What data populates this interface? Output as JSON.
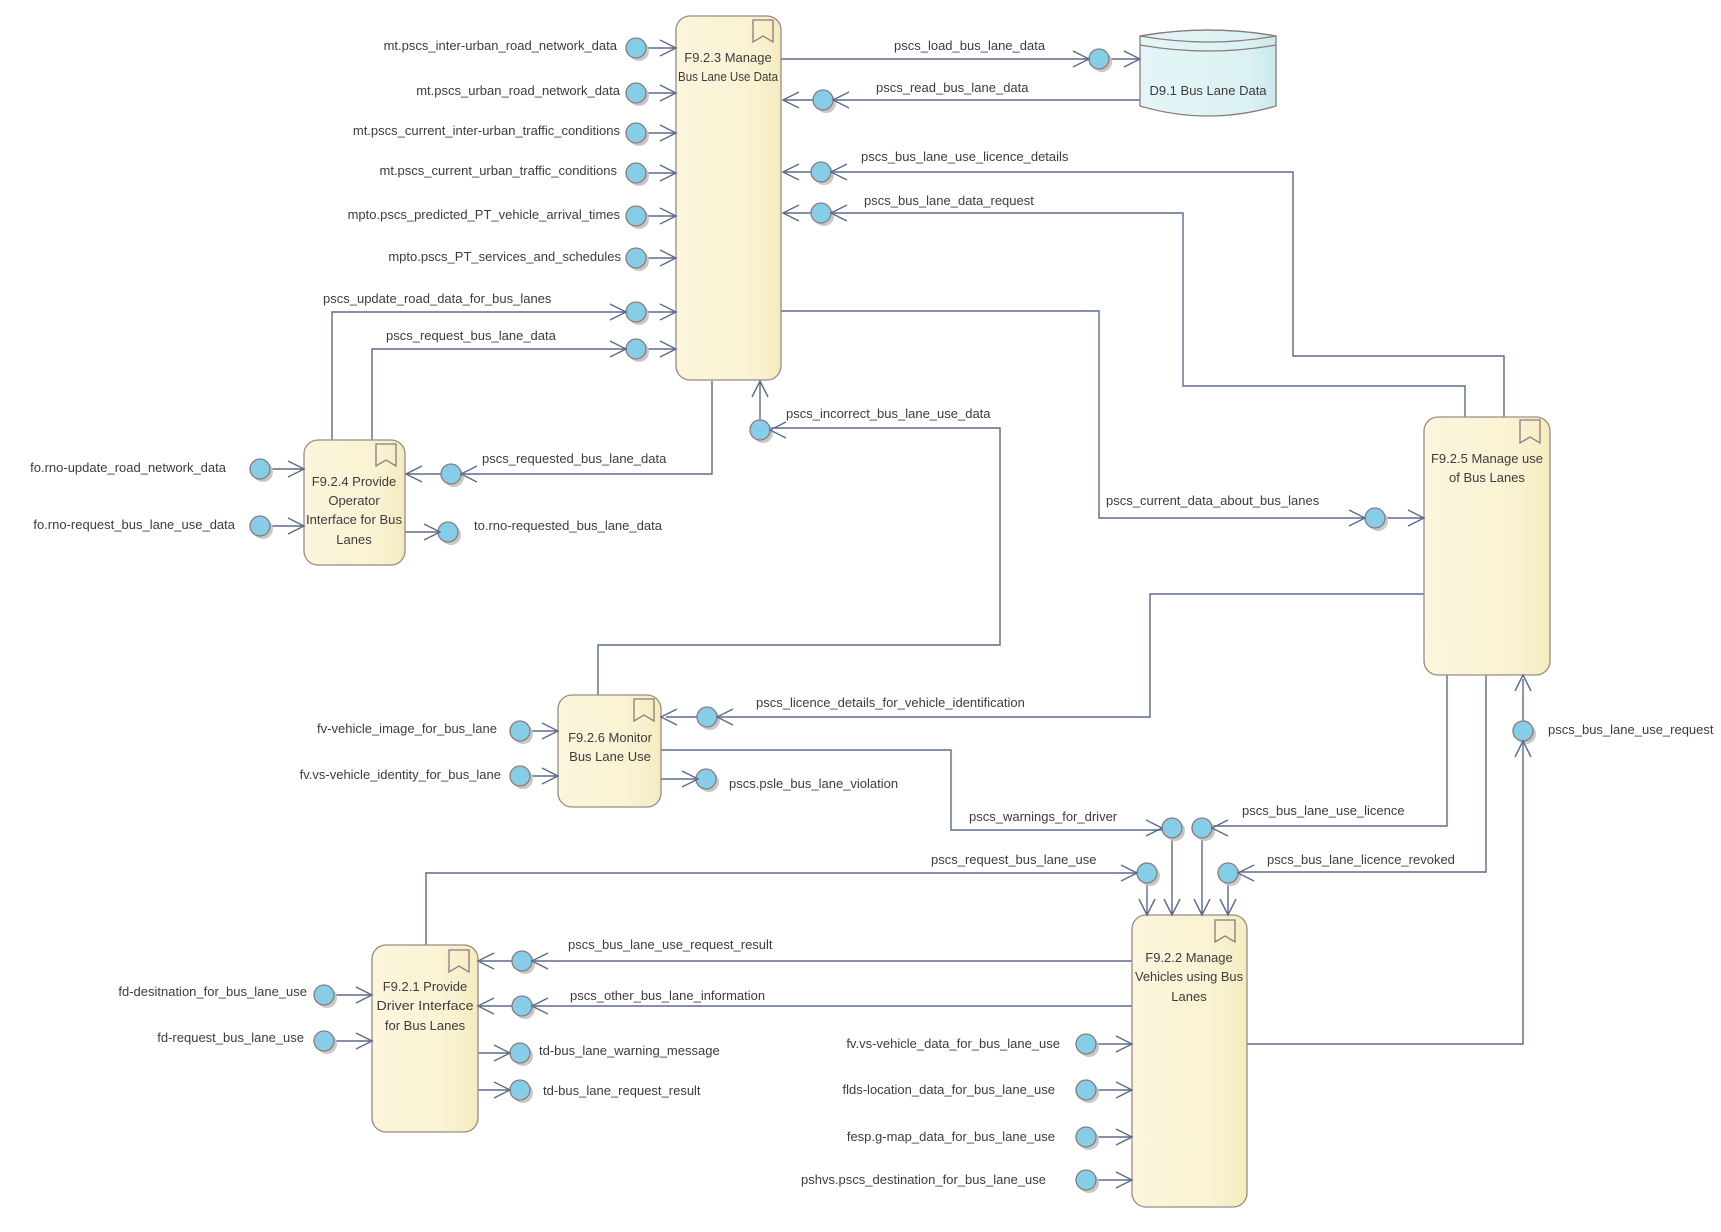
{
  "diagram": {
    "colors": {
      "process_fill": "#faf5d8",
      "process_fill_edge": "#f5edc0",
      "store_fill": "#dff3f5",
      "port": "#86cde8",
      "line": "#5d6a8c"
    },
    "processes": [
      {
        "id": "p923",
        "lines": [
          "F9.2.3 Manage",
          "Bus Lane Use Data"
        ]
      },
      {
        "id": "p924",
        "lines": [
          "F9.2.4 Provide",
          "Operator",
          "Interface for Bus",
          "Lanes"
        ]
      },
      {
        "id": "p925",
        "lines": [
          "F9.2.5 Manage use",
          "of Bus Lanes"
        ]
      },
      {
        "id": "p926",
        "lines": [
          "F9.2.6 Monitor",
          "Bus Lane Use"
        ]
      },
      {
        "id": "p921",
        "lines": [
          "F9.2.1 Provide",
          "Driver Interface",
          "for Bus Lanes"
        ]
      },
      {
        "id": "p922",
        "lines": [
          "F9.2.2 Manage",
          "Vehicles using Bus",
          "Lanes"
        ]
      }
    ],
    "stores": [
      {
        "id": "d91",
        "label": "D9.1 Bus Lane Data"
      }
    ],
    "flows": [
      {
        "id": "f1",
        "label": "mt.pscs_inter-urban_road_network_data"
      },
      {
        "id": "f2",
        "label": "mt.pscs_urban_road_network_data"
      },
      {
        "id": "f3",
        "label": "mt.pscs_current_inter-urban_traffic_conditions"
      },
      {
        "id": "f4",
        "label": "mt.pscs_current_urban_traffic_conditions"
      },
      {
        "id": "f5",
        "label": "mpto.pscs_predicted_PT_vehicle_arrival_times"
      },
      {
        "id": "f6",
        "label": "mpto.pscs_PT_services_and_schedules"
      },
      {
        "id": "f7",
        "label": "pscs_update_road_data_for_bus_lanes"
      },
      {
        "id": "f8",
        "label": "pscs_request_bus_lane_data"
      },
      {
        "id": "f9",
        "label": "pscs_load_bus_lane_data"
      },
      {
        "id": "f10",
        "label": "pscs_read_bus_lane_data"
      },
      {
        "id": "f11",
        "label": "pscs_bus_lane_use_licence_details"
      },
      {
        "id": "f12",
        "label": "pscs_bus_lane_data_request"
      },
      {
        "id": "f13",
        "label": "pscs_incorrect_bus_lane_use_data"
      },
      {
        "id": "f14",
        "label": "pscs_requested_bus_lane_data"
      },
      {
        "id": "f15",
        "label": "fo.rno-update_road_network_data"
      },
      {
        "id": "f16",
        "label": "fo.rno-request_bus_lane_use_data"
      },
      {
        "id": "f17",
        "label": "to.rno-requested_bus_lane_data"
      },
      {
        "id": "f18",
        "label": "pscs_current_data_about_bus_lanes"
      },
      {
        "id": "f19",
        "label": "pscs_licence_details_for_vehicle_identification"
      },
      {
        "id": "f20",
        "label": "fv-vehicle_image_for_bus_lane"
      },
      {
        "id": "f21",
        "label": "fv.vs-vehicle_identity_for_bus_lane"
      },
      {
        "id": "f22",
        "label": "pscs.psle_bus_lane_violation"
      },
      {
        "id": "f23",
        "label": "pscs_bus_lane_use_request"
      },
      {
        "id": "f24",
        "label": "pscs_warnings_for_driver"
      },
      {
        "id": "f25",
        "label": "pscs_bus_lane_use_licence"
      },
      {
        "id": "f26",
        "label": "pscs_request_bus_lane_use"
      },
      {
        "id": "f27",
        "label": "pscs_bus_lane_licence_revoked"
      },
      {
        "id": "f28",
        "label": "pscs_bus_lane_use_request_result"
      },
      {
        "id": "f29",
        "label": "pscs_other_bus_lane_information"
      },
      {
        "id": "f30",
        "label": "fd-desitnation_for_bus_lane_use"
      },
      {
        "id": "f31",
        "label": "fd-request_bus_lane_use"
      },
      {
        "id": "f32",
        "label": "td-bus_lane_warning_message"
      },
      {
        "id": "f33",
        "label": "td-bus_lane_request_result"
      },
      {
        "id": "f34",
        "label": "fv.vs-vehicle_data_for_bus_lane_use"
      },
      {
        "id": "f35",
        "label": "flds-location_data_for_bus_lane_use"
      },
      {
        "id": "f36",
        "label": "fesp.g-map_data_for_bus_lane_use"
      },
      {
        "id": "f37",
        "label": "pshvs.pscs_destination_for_bus_lane_use"
      }
    ]
  }
}
